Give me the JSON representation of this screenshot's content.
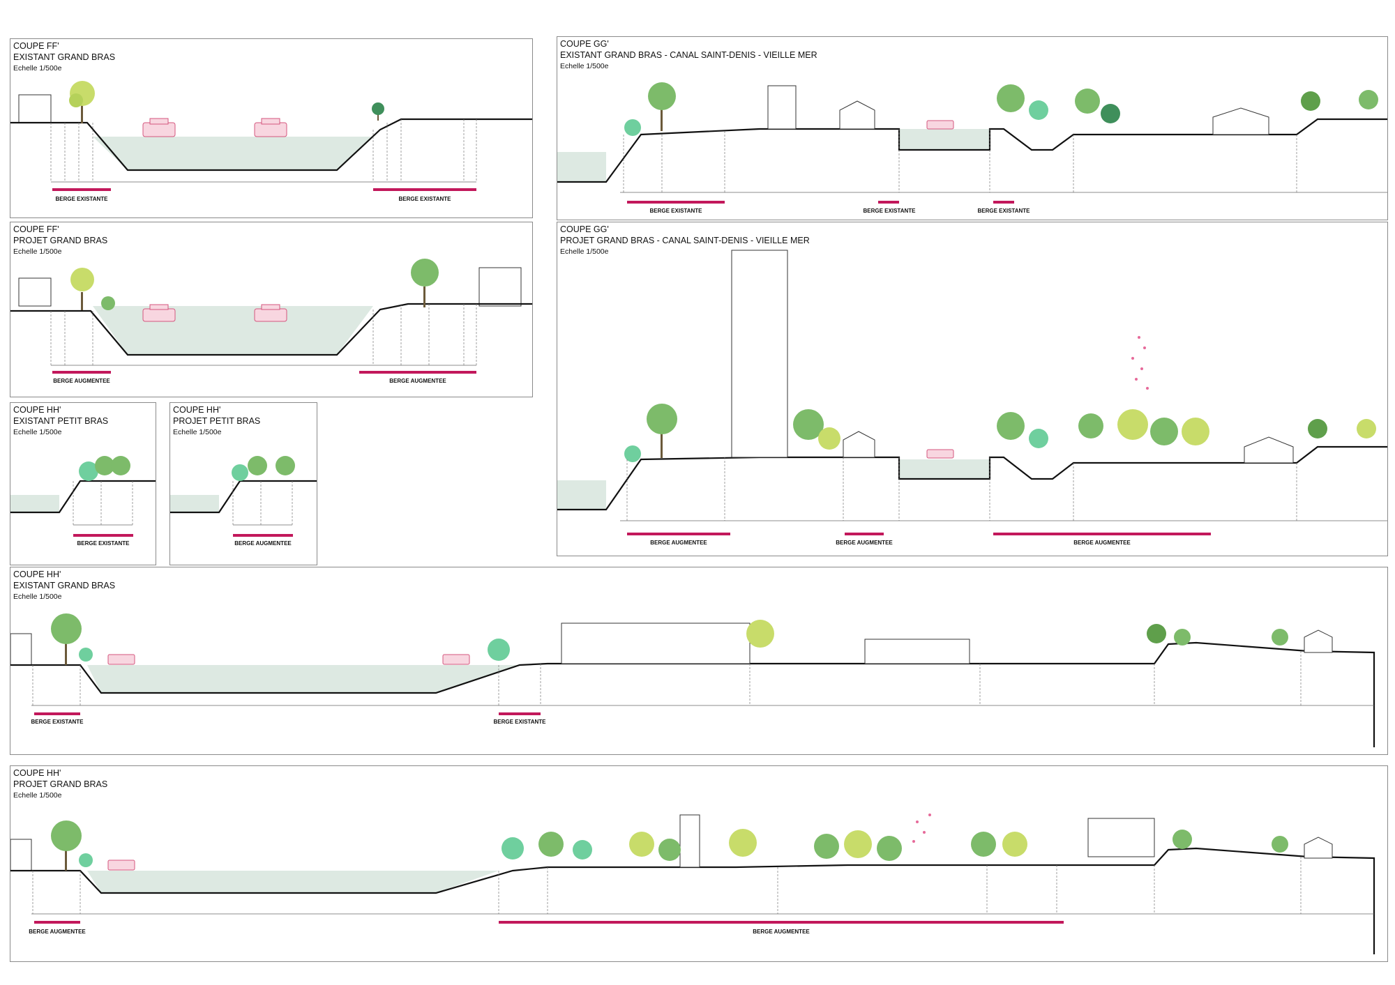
{
  "panels": {
    "ff_existant": {
      "label": "COUPE FF'",
      "subtitle": "EXISTANT GRAND BRAS",
      "scale": "Echelle 1/500e",
      "berges": [
        "BERGE EXISTANTE",
        "BERGE EXISTANTE"
      ]
    },
    "ff_projet": {
      "label": "COUPE FF'",
      "subtitle": "PROJET GRAND BRAS",
      "scale": "Echelle 1/500e",
      "berges": [
        "BERGE AUGMENTEE",
        "BERGE AUGMENTEE"
      ]
    },
    "hh_existant_petit": {
      "label": "COUPE HH'",
      "subtitle": "EXISTANT PETIT BRAS",
      "scale": "Echelle 1/500e",
      "berges": [
        "BERGE EXISTANTE"
      ]
    },
    "hh_projet_petit": {
      "label": "COUPE HH'",
      "subtitle": "PROJET PETIT BRAS",
      "scale": "Echelle 1/500e",
      "berges": [
        "BERGE AUGMENTEE"
      ]
    },
    "gg_existant": {
      "label": "COUPE GG'",
      "subtitle": "EXISTANT GRAND BRAS - CANAL SAINT-DENIS - VIEILLE MER",
      "scale": "Echelle 1/500e",
      "berges": [
        "BERGE EXISTANTE",
        "BERGE EXISTANTE",
        "BERGE EXISTANTE"
      ]
    },
    "gg_projet": {
      "label": "COUPE GG'",
      "subtitle": "PROJET GRAND BRAS  - CANAL SAINT-DENIS - VIEILLE MER",
      "scale": "Echelle 1/500e",
      "berges": [
        "BERGE AUGMENTEE",
        "BERGE AUGMENTEE",
        "BERGE AUGMENTEE"
      ]
    },
    "hh_existant_grand": {
      "label": "COUPE HH'",
      "subtitle": "EXISTANT GRAND BRAS",
      "scale": "Echelle 1/500e",
      "berges": [
        "BERGE EXISTANTE",
        "BERGE EXISTANTE"
      ]
    },
    "hh_projet_grand": {
      "label": "COUPE HH'",
      "subtitle": "PROJET GRAND BRAS",
      "scale": "Echelle 1/500e",
      "berges": [
        "BERGE AUGMENTEE",
        "BERGE AUGMENTEE"
      ]
    }
  },
  "colors": {
    "ground_line": "#111111",
    "water": "#dde9e2",
    "berge_bar": "#c2185b",
    "boat_fill": "#f8d6e0",
    "tree_green": "#7dbb6a",
    "tree_lime": "#c8dc6a",
    "tree_teal": "#6fcf9e",
    "accent_pink": "#e66a9a"
  }
}
